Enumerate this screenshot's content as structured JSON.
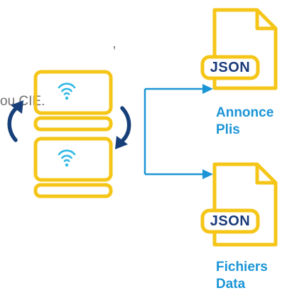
{
  "intro_text": {
    "line1": "                              ,",
    "line2": "ou CIE."
  },
  "documents": [
    {
      "format": "JSON",
      "caption_line1": "Annonce",
      "caption_line2": "Plis"
    },
    {
      "format": "JSON",
      "caption_line1": "Fichiers",
      "caption_line2": "Data"
    }
  ],
  "colors": {
    "server_outline": "#f5c518",
    "wifi": "#2fb8e6",
    "sync_arrows": "#17407a",
    "flow_arrows": "#1b95d6",
    "json_text": "#1a3a7a",
    "caption_text": "#1b95d6"
  },
  "icons": {
    "servers": "server-wifi-icon",
    "sync": "sync-arrows-icon",
    "documents": "json-file-icon"
  }
}
